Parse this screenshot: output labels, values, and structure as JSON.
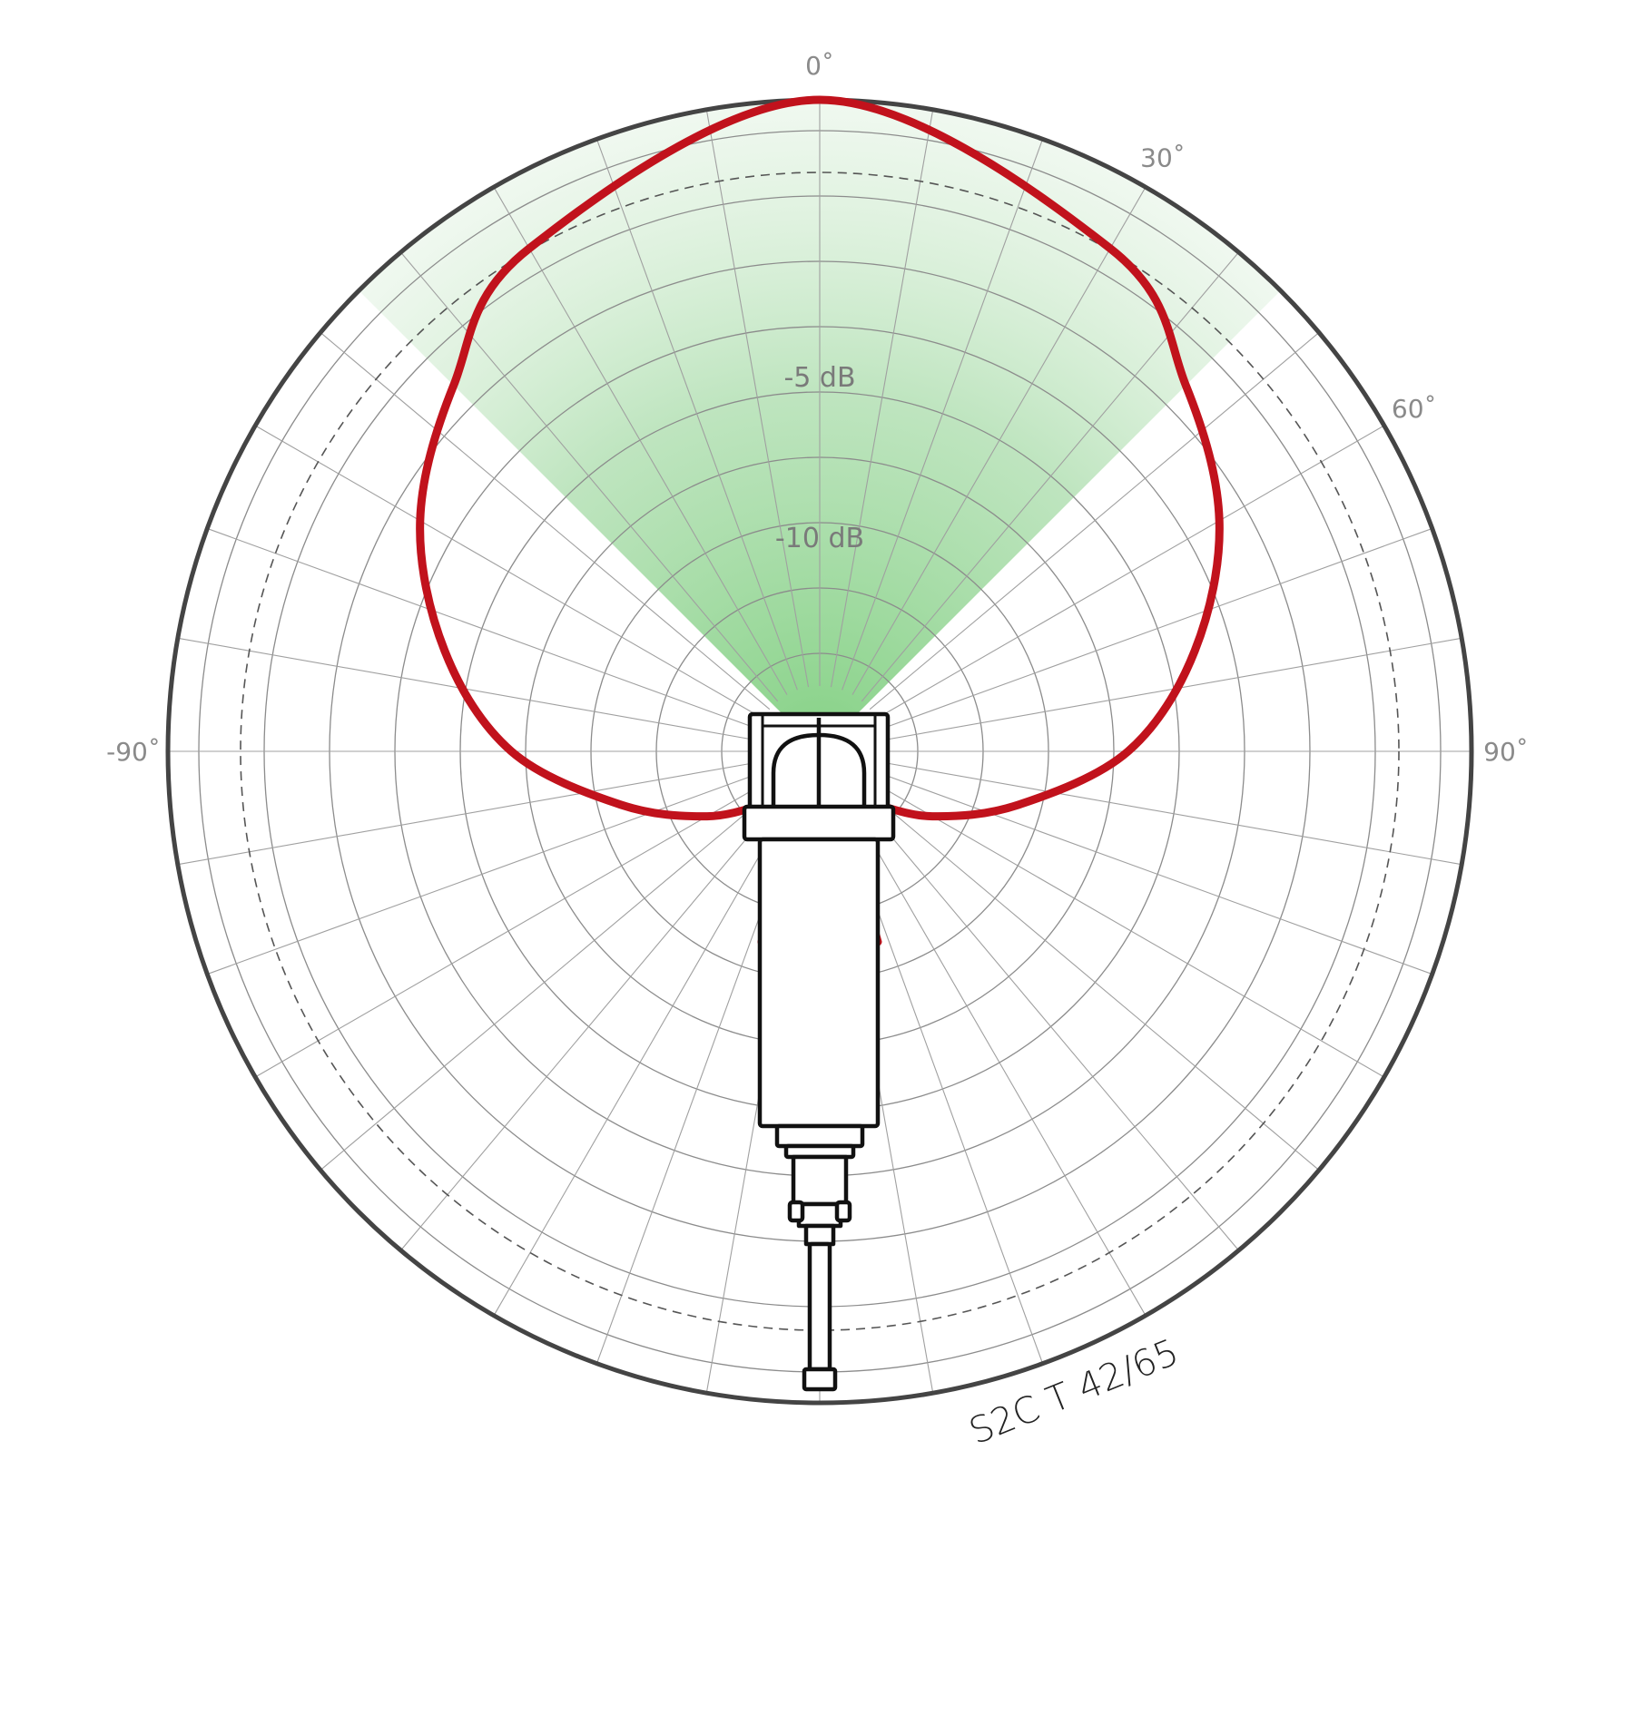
{
  "diagram": {
    "model_label": "S2C T 42/65",
    "angle_labels": [
      {
        "angle": 0,
        "text": "0˚"
      },
      {
        "angle": 30,
        "text": "30˚"
      },
      {
        "angle": 60,
        "text": "60˚"
      },
      {
        "angle": 90,
        "text": "90˚"
      },
      {
        "angle": -90,
        "text": "-90˚"
      }
    ],
    "db_labels": [
      {
        "db": -5,
        "text": "-5 dB"
      },
      {
        "db": -10,
        "text": "-10 dB"
      }
    ],
    "coverage_half_angle_deg": 45,
    "polar_pattern": {
      "type": "cardioid",
      "points": [
        {
          "angle": 0,
          "db": 0
        },
        {
          "angle": 30,
          "db": -1
        },
        {
          "angle": 45,
          "db": -2
        },
        {
          "angle": 60,
          "db": -3
        },
        {
          "angle": 75,
          "db": -4.5
        },
        {
          "angle": 90,
          "db": -6.5
        },
        {
          "angle": 105,
          "db": -10
        },
        {
          "angle": 120,
          "db": -14
        },
        {
          "angle": 135,
          "db": -19
        }
      ]
    },
    "colors": {
      "curve": "#c1121c",
      "coverage": "#7fcf7f",
      "outer_ring": "#444444",
      "grid": "#9a9a9a"
    }
  }
}
